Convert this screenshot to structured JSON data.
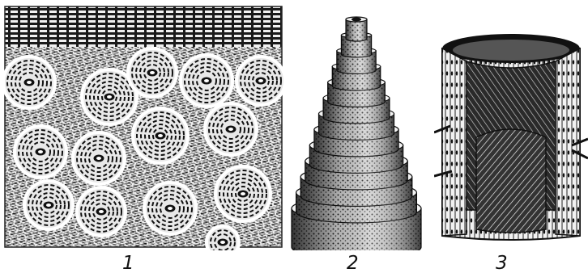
{
  "figures": [
    {
      "label": "1"
    },
    {
      "label": "2"
    },
    {
      "label": "3"
    }
  ]
}
